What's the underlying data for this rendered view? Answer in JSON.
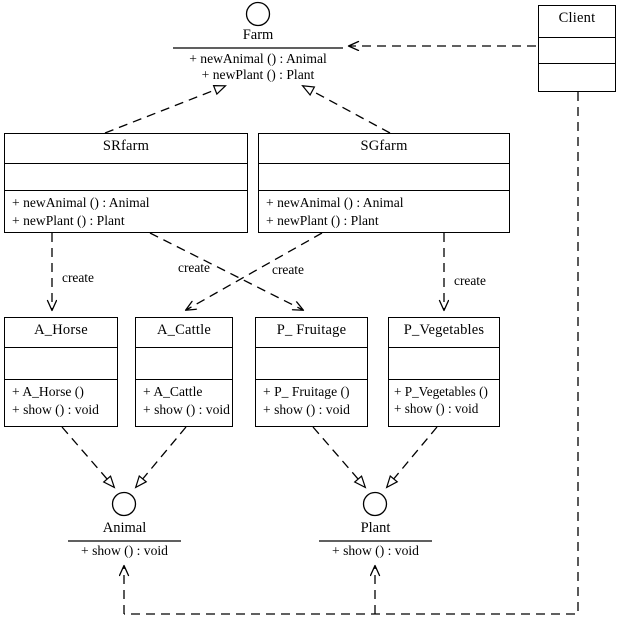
{
  "diagram": {
    "title": "Abstract Factory UML class diagram",
    "stroke_color": "#000000",
    "background_color": "#ffffff"
  },
  "interfaces": {
    "farm": {
      "name": "Farm",
      "operations": [
        "+ newAnimal () : Animal",
        "+ newPlant () : Plant"
      ]
    },
    "animal": {
      "name": "Animal",
      "operations": [
        "+ show () : void"
      ]
    },
    "plant": {
      "name": "Plant",
      "operations": [
        "+ show () : void"
      ]
    }
  },
  "classes": {
    "client": {
      "name": "Client",
      "attributes": [],
      "operations": []
    },
    "srfarm": {
      "name": "SRfarm",
      "attributes": [],
      "operations": [
        "+ newAnimal () : Animal",
        "+ newPlant () : Plant"
      ]
    },
    "sgfarm": {
      "name": "SGfarm",
      "attributes": [],
      "operations": [
        "+ newAnimal () : Animal",
        "+ newPlant () : Plant"
      ]
    },
    "a_horse": {
      "name": "A_Horse",
      "attributes": [],
      "operations": [
        "+ A_Horse ()",
        "+ show () : void"
      ]
    },
    "a_cattle": {
      "name": "A_Cattle",
      "attributes": [],
      "operations": [
        "+ A_Cattle",
        "+ show () : void"
      ]
    },
    "p_fruitage": {
      "name": "P_ Fruitage",
      "attributes": [],
      "operations": [
        "+ P_ Fruitage ()",
        "+ show () : void"
      ]
    },
    "p_vegetables": {
      "name": "P_Vegetables",
      "attributes": [],
      "operations": [
        "+ P_Vegetables ()",
        "+ show () : void"
      ]
    }
  },
  "edge_labels": {
    "create_1": "create",
    "create_2": "create",
    "create_3": "create",
    "create_4": "create"
  },
  "relationships": [
    {
      "from": "Client",
      "to": "Farm",
      "type": "dependency",
      "label": ""
    },
    {
      "from": "SRfarm",
      "to": "Farm",
      "type": "realization",
      "label": ""
    },
    {
      "from": "SGfarm",
      "to": "Farm",
      "type": "realization",
      "label": ""
    },
    {
      "from": "SRfarm",
      "to": "A_Horse",
      "type": "dependency",
      "label": "create"
    },
    {
      "from": "SRfarm",
      "to": "P_ Fruitage",
      "type": "dependency",
      "label": "create"
    },
    {
      "from": "SGfarm",
      "to": "A_Cattle",
      "type": "dependency",
      "label": "create"
    },
    {
      "from": "SGfarm",
      "to": "P_Vegetables",
      "type": "dependency",
      "label": "create"
    },
    {
      "from": "A_Horse",
      "to": "Animal",
      "type": "realization",
      "label": ""
    },
    {
      "from": "A_Cattle",
      "to": "Animal",
      "type": "realization",
      "label": ""
    },
    {
      "from": "P_ Fruitage",
      "to": "Plant",
      "type": "realization",
      "label": ""
    },
    {
      "from": "P_Vegetables",
      "to": "Plant",
      "type": "realization",
      "label": ""
    },
    {
      "from": "Client",
      "to": "Animal",
      "type": "dependency",
      "label": ""
    },
    {
      "from": "Client",
      "to": "Plant",
      "type": "dependency",
      "label": ""
    }
  ]
}
